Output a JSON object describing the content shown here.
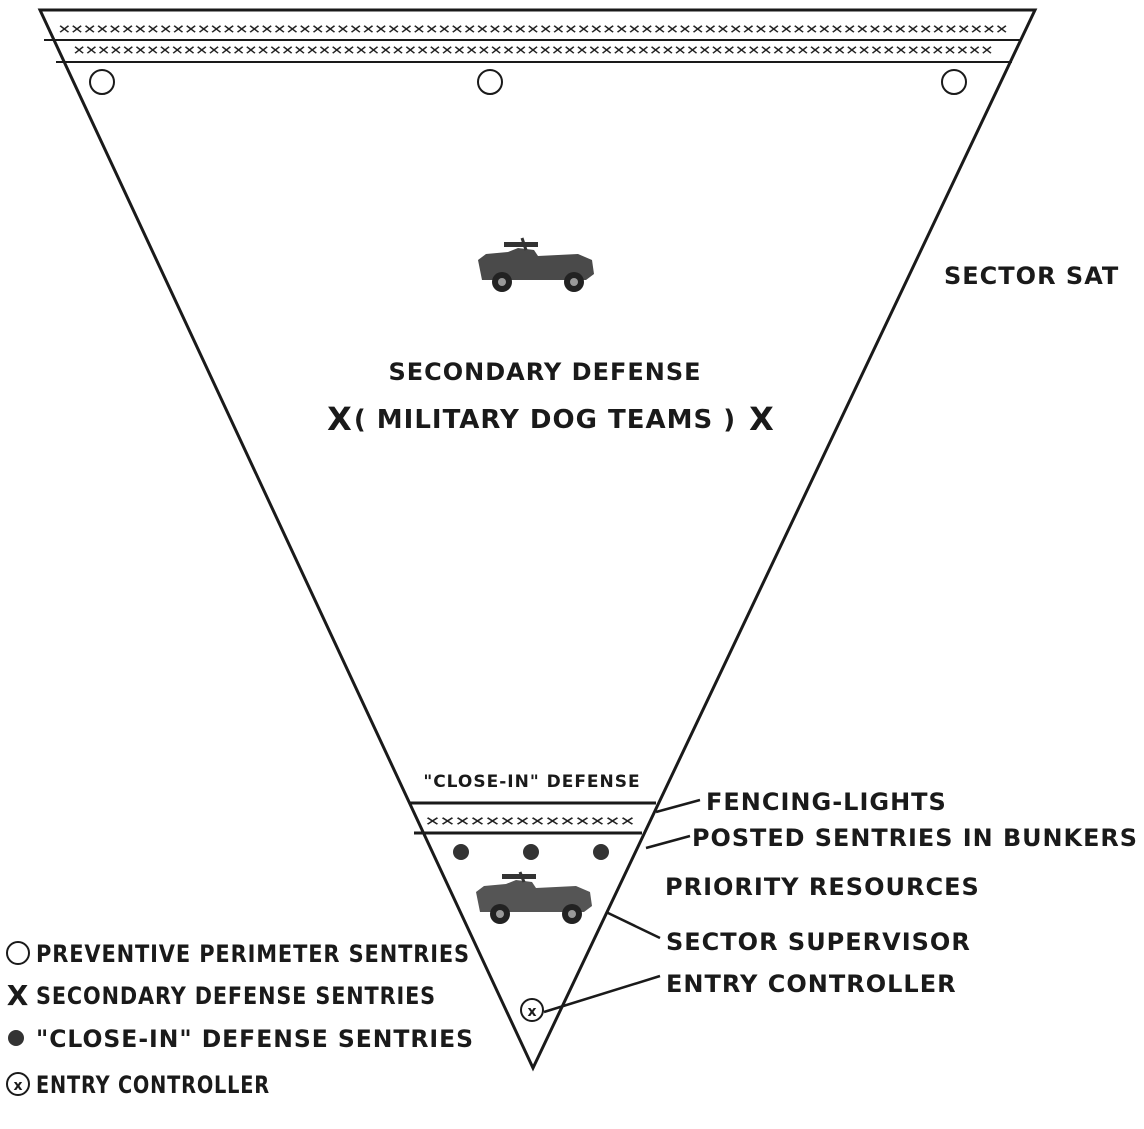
{
  "diagram": {
    "labels": {
      "sector": "SECTOR SAT",
      "secondary_title": "SECONDARY DEFENSE",
      "secondary_x_left": "X",
      "secondary_dogs": "( MILITARY DOG TEAMS )",
      "secondary_x_right": "X",
      "close_in_title": "\"CLOSE-IN\" DEFENSE",
      "fencing": "FENCING-LIGHTS",
      "posted": "POSTED SENTRIES IN BUNKERS",
      "priority": "PRIORITY RESOURCES",
      "supervisor": "SECTOR SUPERVISOR",
      "entry": "ENTRY CONTROLLER"
    },
    "fence_marks": {
      "top_row_1": "×××××××××××××××××××××××××××××××××××××××××××××××××××××××××××××××××××××××××××",
      "top_row_2": "×××××××××××××××××××××××××××××××××××××××××××××××××××××××××××××××××××××××××××",
      "close_in_row": "××××××××××××××"
    },
    "legend": [
      {
        "symbol": "open-circle",
        "text": "PREVENTIVE PERIMETER SENTRIES"
      },
      {
        "symbol": "x-mark",
        "glyph": "X",
        "text": "SECONDARY DEFENSE SENTRIES"
      },
      {
        "symbol": "filled-dot",
        "text": "\"CLOSE-IN\" DEFENSE SENTRIES"
      },
      {
        "symbol": "circled-x",
        "glyph": "x",
        "text": "ENTRY CONTROLLER"
      }
    ],
    "colors": {
      "ink": "#1a1a1a",
      "background": "#ffffff"
    }
  }
}
